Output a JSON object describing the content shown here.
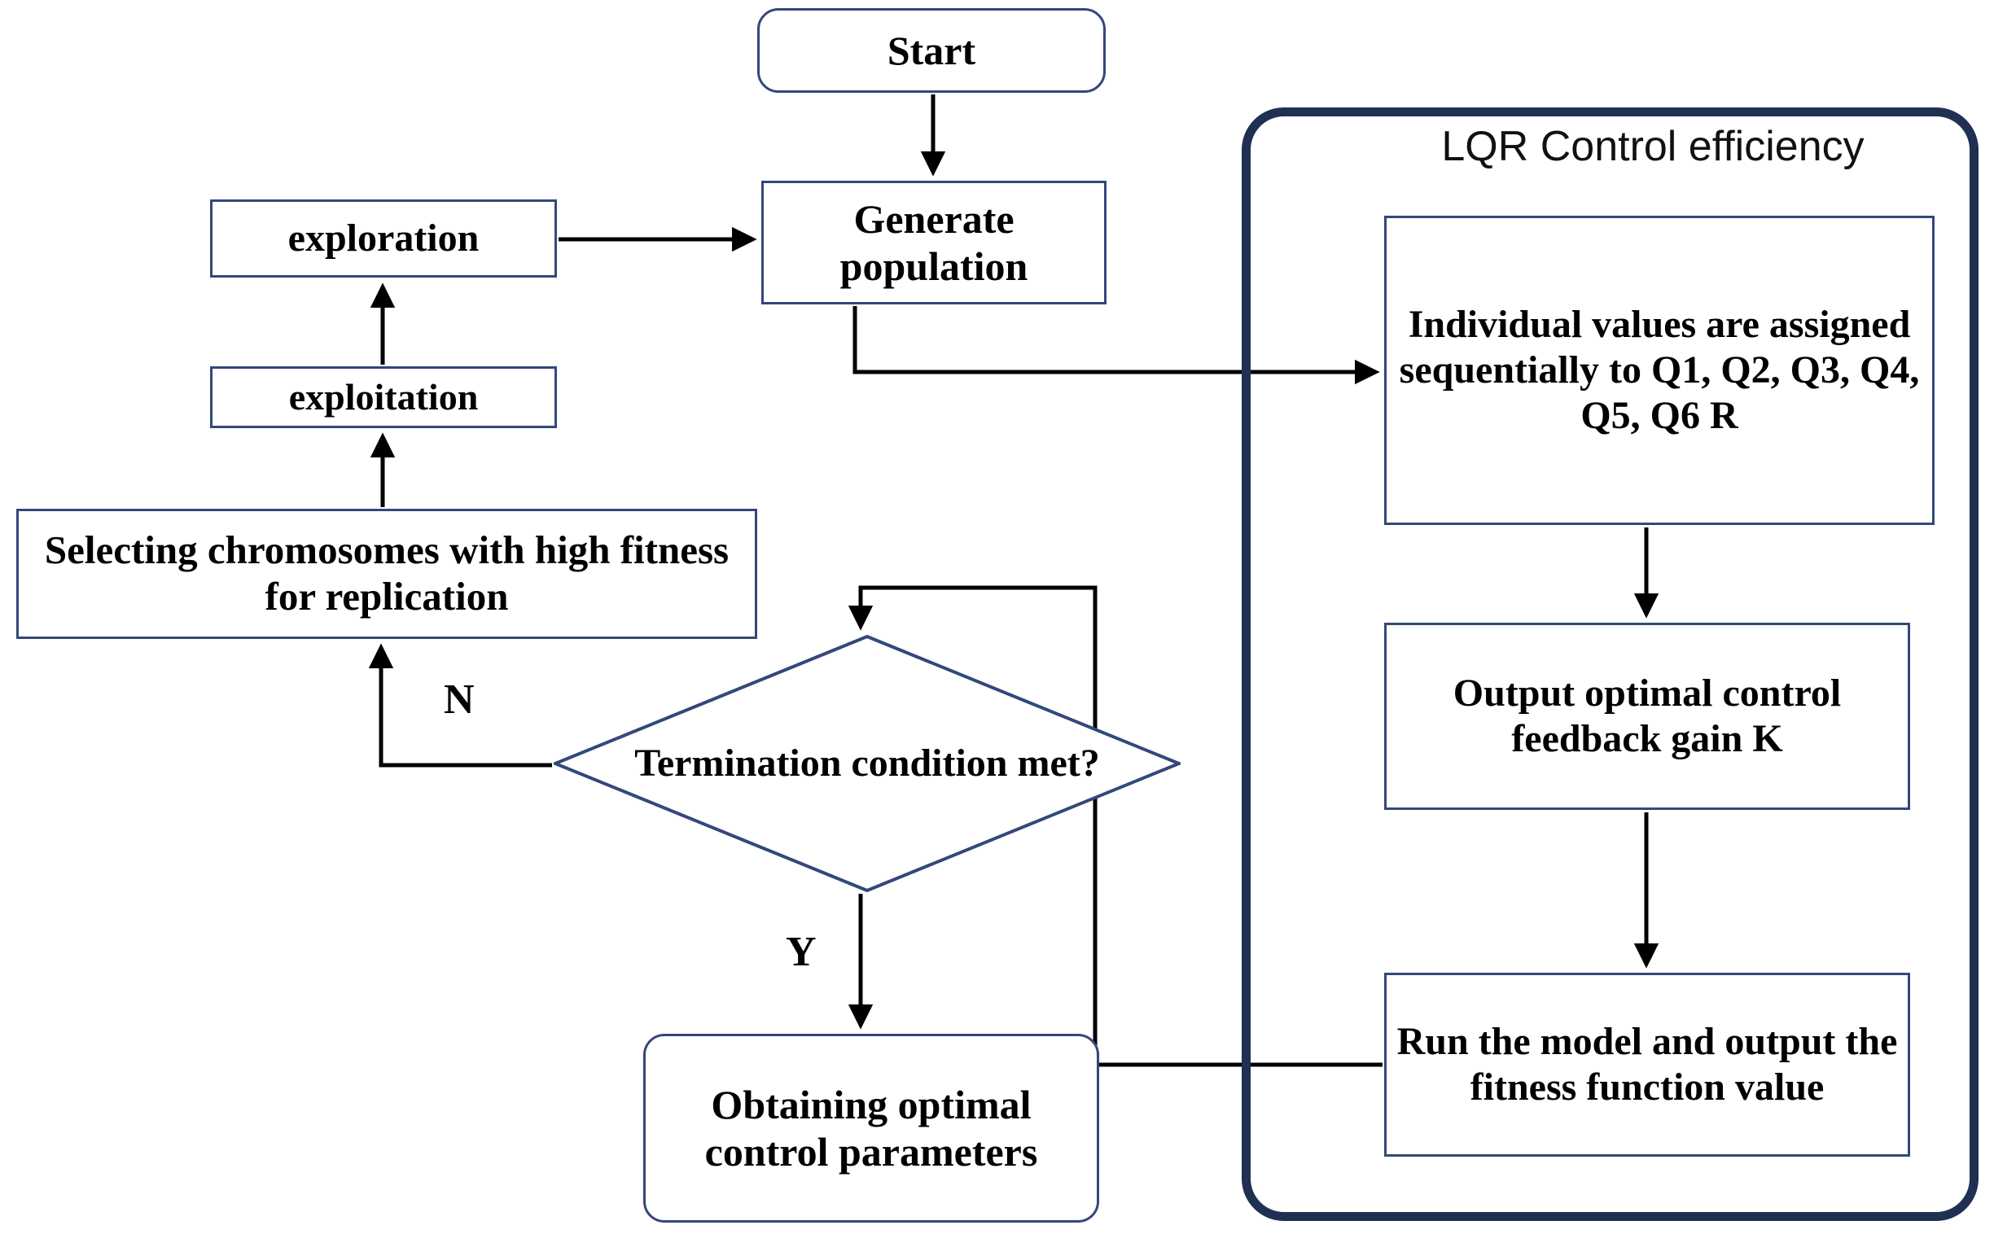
{
  "diagram": {
    "type": "flowchart",
    "title": "Genetic algorithm optimization of LQR control parameters",
    "colors": {
      "node_border": "#33487a",
      "group_border": "#1f3052",
      "edge": "#000000",
      "background": "#ffffff",
      "text": "#000000"
    }
  },
  "group": {
    "label": "LQR Control efficiency"
  },
  "nodes": {
    "start": {
      "label": "Start",
      "shape": "rounded-rectangle"
    },
    "generate": {
      "label": "Generate population",
      "shape": "rectangle"
    },
    "exploration": {
      "label": "exploration",
      "shape": "rectangle"
    },
    "exploitation": {
      "label": "exploitation",
      "shape": "rectangle"
    },
    "selecting": {
      "label": "Selecting chromosomes with high fitness for replication",
      "shape": "rectangle"
    },
    "terminate": {
      "label": "Termination condition met?",
      "shape": "diamond"
    },
    "obtaining": {
      "label": "Obtaining optimal control parameters",
      "shape": "rounded-rectangle"
    },
    "individual": {
      "label": "Individual values are assigned sequentially to Q1, Q2, Q3, Q4, Q5, Q6 R",
      "shape": "rectangle"
    },
    "gain": {
      "label": "Output optimal control feedback gain K",
      "shape": "rectangle"
    },
    "run": {
      "label": "Run the model and output the fitness function value",
      "shape": "rectangle"
    }
  },
  "edge_labels": {
    "no": "N",
    "yes": "Y"
  },
  "edges": [
    {
      "from": "start",
      "to": "generate",
      "label": ""
    },
    {
      "from": "exploration",
      "to": "generate",
      "label": ""
    },
    {
      "from": "generate",
      "to": "individual",
      "label": ""
    },
    {
      "from": "individual",
      "to": "gain",
      "label": ""
    },
    {
      "from": "gain",
      "to": "run",
      "label": ""
    },
    {
      "from": "run",
      "to": "terminate",
      "label": ""
    },
    {
      "from": "terminate",
      "to": "selecting",
      "label": "N"
    },
    {
      "from": "terminate",
      "to": "obtaining",
      "label": "Y"
    },
    {
      "from": "selecting",
      "to": "exploitation",
      "label": ""
    },
    {
      "from": "exploitation",
      "to": "exploration",
      "label": ""
    }
  ]
}
